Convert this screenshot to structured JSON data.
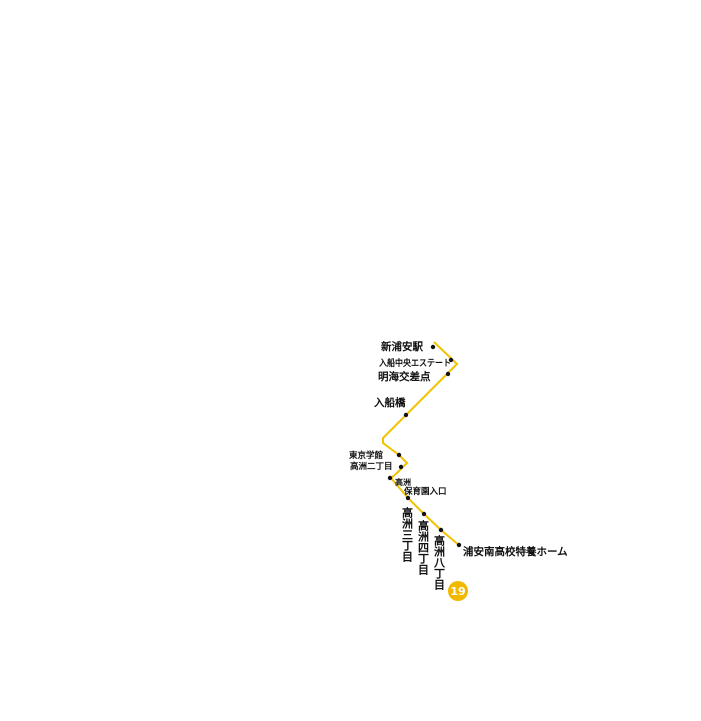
{
  "route": {
    "number": "19",
    "line_color": "#f2c200",
    "badge_color": "#f2b800"
  },
  "stops": {
    "shin_urayasu": "新浦安駅",
    "irifune_chuo": "入船中央エステート",
    "meikai_kosaten": "明海交差点",
    "irifune_bashi": "入船橋",
    "tokyo_gakkan": "東京学館",
    "takasu_2": "高洲二丁目",
    "takasu_a": "高洲",
    "hoikuen_iriguchi": "保育園入口",
    "takasu_3": "高洲三丁目",
    "takasu_4": "高洲四丁目",
    "takasu_8": "高洲八丁目",
    "urayasu_minami": "浦安南高校特養ホーム"
  }
}
